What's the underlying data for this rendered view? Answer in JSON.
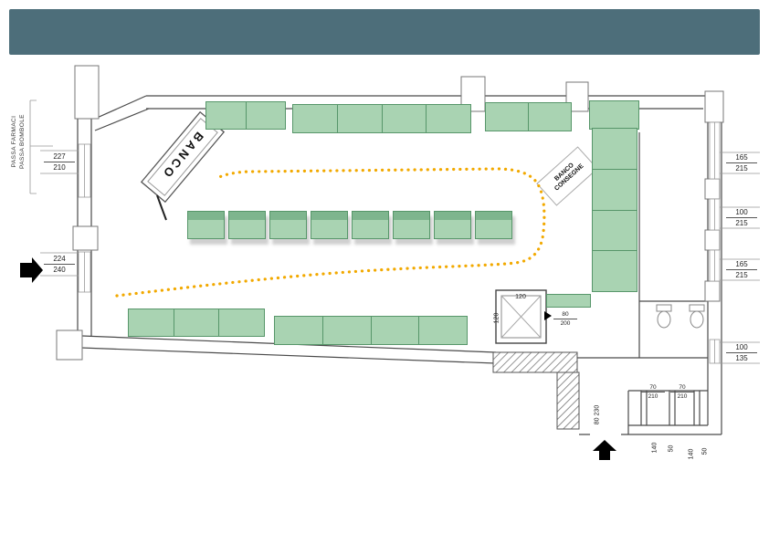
{
  "banner": {
    "color": "#4d6e7a"
  },
  "colors": {
    "shelf_fill": "#a9d3b2",
    "shelf_border": "#57966a",
    "customer_path": "#f2a900",
    "wall_line": "#4a4a4a"
  },
  "labels": {
    "banco": "BANCO",
    "consegne_line1": "BANCO",
    "consegne_line2": "CONSEGNE",
    "passa_line1": "PASSA FARMACI",
    "passa_line2": "PASSA BOMBOLE"
  },
  "dims": {
    "left_window_top": [
      "227",
      "210"
    ],
    "left_window_bottom": [
      "224",
      "240"
    ],
    "right_window_1": [
      "165",
      "215"
    ],
    "right_window_2": [
      "100",
      "215"
    ],
    "right_window_3": [
      "165",
      "215"
    ],
    "right_window_4": [
      "100",
      "135"
    ],
    "lift_width": "120",
    "lift_depth": "120",
    "back_door": [
      "80",
      "200"
    ],
    "entry_door_1": [
      "70",
      "210"
    ],
    "entry_door_2": [
      "70",
      "210"
    ],
    "entry_seg_1": "140",
    "entry_seg_2": "50",
    "entry_seg_3": "140",
    "entry_seg_4": "50",
    "side_door": [
      "80",
      "230"
    ]
  }
}
